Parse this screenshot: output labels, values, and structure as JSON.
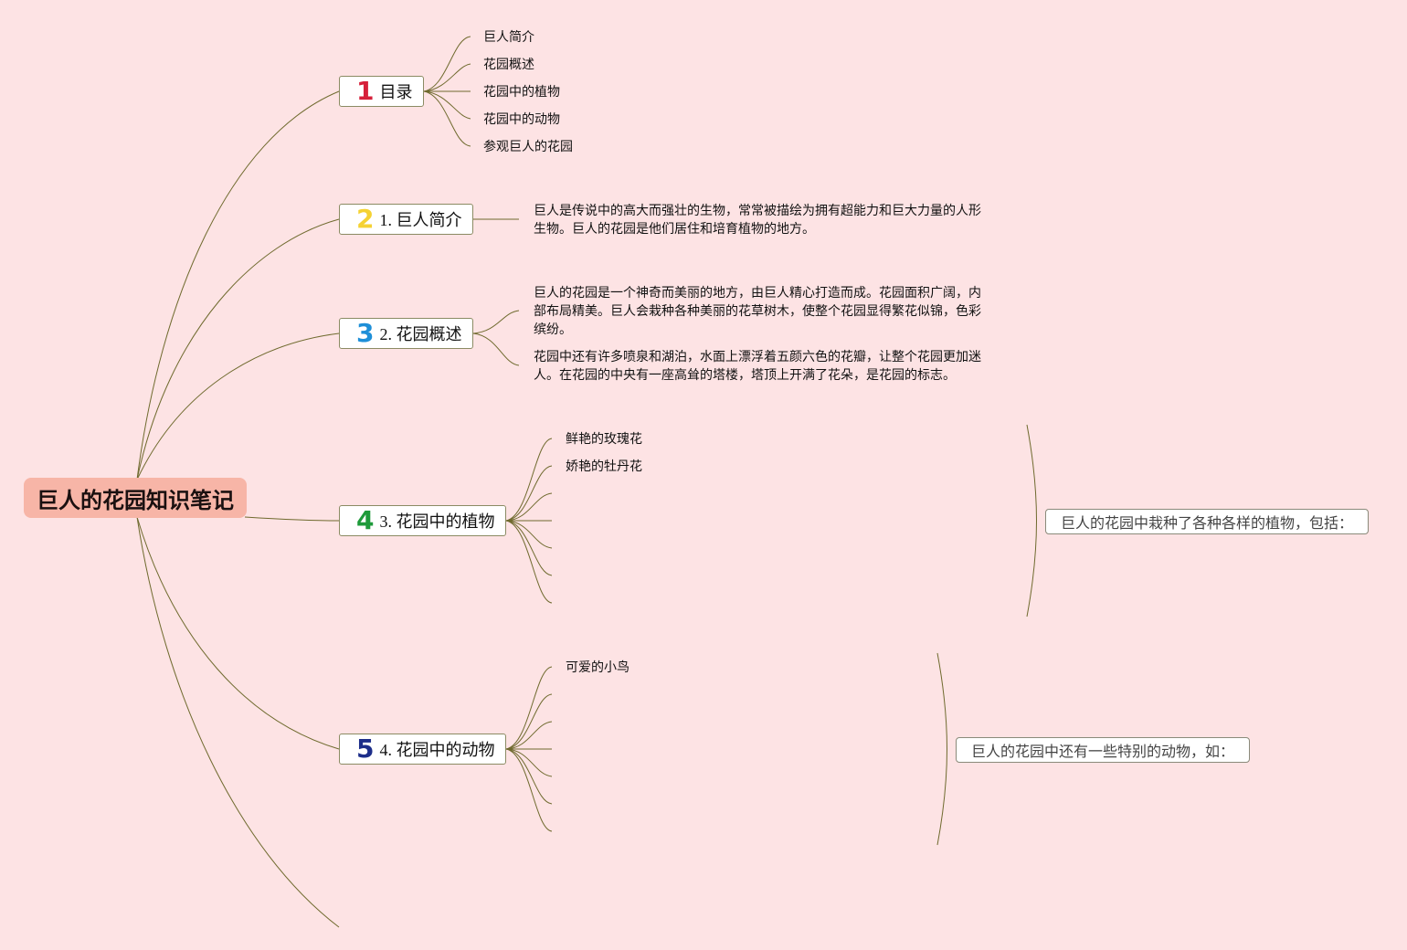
{
  "root": {
    "title": "巨人的花园知识笔记"
  },
  "topics": [
    {
      "num": "1",
      "color": "#d6203a",
      "label": "目录"
    },
    {
      "num": "2",
      "color": "#f5d233",
      "label": "1. 巨人简介"
    },
    {
      "num": "3",
      "color": "#1e8fd8",
      "label": "2. 花园概述"
    },
    {
      "num": "4",
      "color": "#1e9a3a",
      "label": "3. 花园中的植物"
    },
    {
      "num": "5",
      "color": "#1d2e8a",
      "label": "4. 花园中的动物"
    }
  ],
  "toc_items": [
    "巨人简介",
    "花园概述",
    "花园中的植物",
    "花园中的动物",
    "参观巨人的花园"
  ],
  "intro_text": "巨人是传说中的高大而强壮的生物，常常被描绘为拥有超能力和巨大力量的人形生物。巨人的花园是他们居住和培育植物的地方。",
  "overview_paragraphs": [
    "巨人的花园是一个神奇而美丽的地方，由巨人精心打造而成。花园面积广阔，内部布局精美。巨人会栽种各种美丽的花草树木，使整个花园显得繁花似锦，色彩缤纷。",
    "花园中还有许多喷泉和湖泊，水面上漂浮着五颜六色的花瓣，让整个花园更加迷人。在花园的中央有一座高耸的塔楼，塔顶上开满了花朵，是花园的标志。"
  ],
  "plants": [
    "鲜艳的玫瑰花",
    "娇艳的牡丹花"
  ],
  "plants_summary": "巨人的花园中栽种了各种各样的植物，包括：",
  "animals": [
    "可爱的小鸟"
  ],
  "animals_summary": "巨人的花园中还有一些特别的动物，如："
}
